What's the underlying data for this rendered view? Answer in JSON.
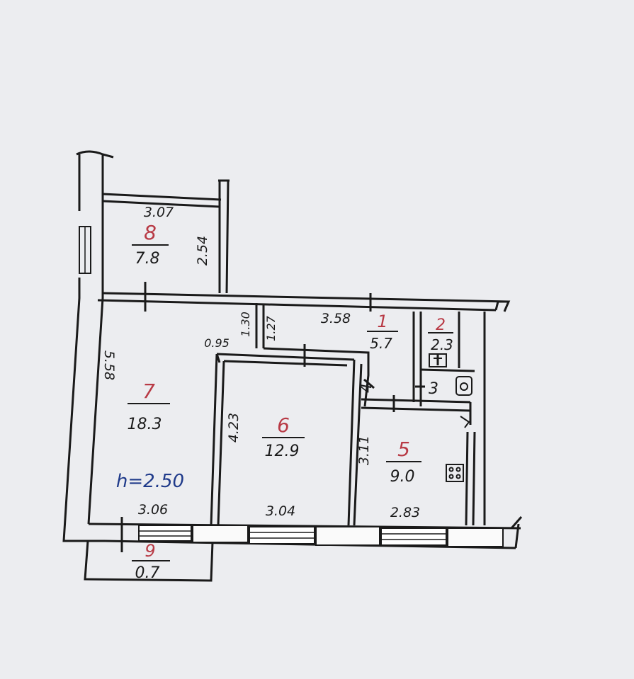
{
  "colors": {
    "paper": "#ecedf0",
    "wall": "#1a1a1a",
    "room_number": "#b83a45",
    "ceiling_note": "#1f3a8a"
  },
  "rooms": [
    {
      "id": "r1",
      "number": "1",
      "area": "5.7"
    },
    {
      "id": "r2",
      "number": "2",
      "area": "2.3"
    },
    {
      "id": "r3",
      "number": "3",
      "area": ""
    },
    {
      "id": "r4",
      "number": "4",
      "area": ""
    },
    {
      "id": "r5",
      "number": "5",
      "area": "9.0"
    },
    {
      "id": "r6",
      "number": "6",
      "area": "12.9"
    },
    {
      "id": "r7",
      "number": "7",
      "area": "18.3"
    },
    {
      "id": "r8",
      "number": "8",
      "area": "7.8"
    },
    {
      "id": "r9",
      "number": "9",
      "area": "0.7"
    }
  ],
  "dimensions": {
    "room8_width": "3.07",
    "room8_depth": "2.54",
    "room7_depth": "5.58",
    "room7_width": "3.06",
    "corridor_length": "3.58",
    "door_gap": "0.95",
    "passage_a": "1.30",
    "passage_b": "1.27",
    "room6_depth": "4.23",
    "room6_width": "3.04",
    "room5_depth": "3.11",
    "room5_width": "2.83"
  },
  "ceiling_height": "h=2.50",
  "fixtures": [
    "toilet-icon",
    "sink-icon",
    "stove-icon"
  ]
}
